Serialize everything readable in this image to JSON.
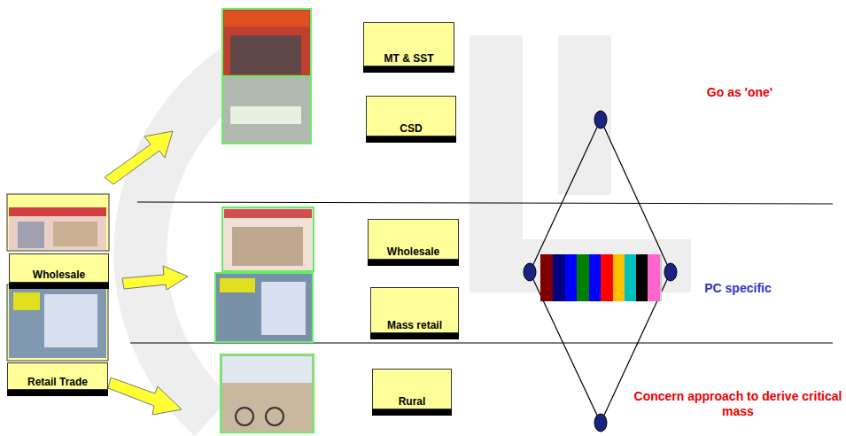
{
  "diagram": {
    "nodes": [
      {
        "text": [
          "Wholesale"
        ]
      },
      {
        "text": [
          "Retail Trade"
        ]
      },
      {
        "text": [
          "MT & SST"
        ]
      },
      {
        "text": [
          "CSD"
        ]
      },
      {
        "text": [
          "Wholesale"
        ]
      },
      {
        "text": [
          "Mass retail"
        ]
      },
      {
        "text": [
          "Rural"
        ]
      }
    ],
    "labels": [
      "Go as 'one'",
      "PC specific",
      "Concern approach to derive critical mass"
    ]
  }
}
